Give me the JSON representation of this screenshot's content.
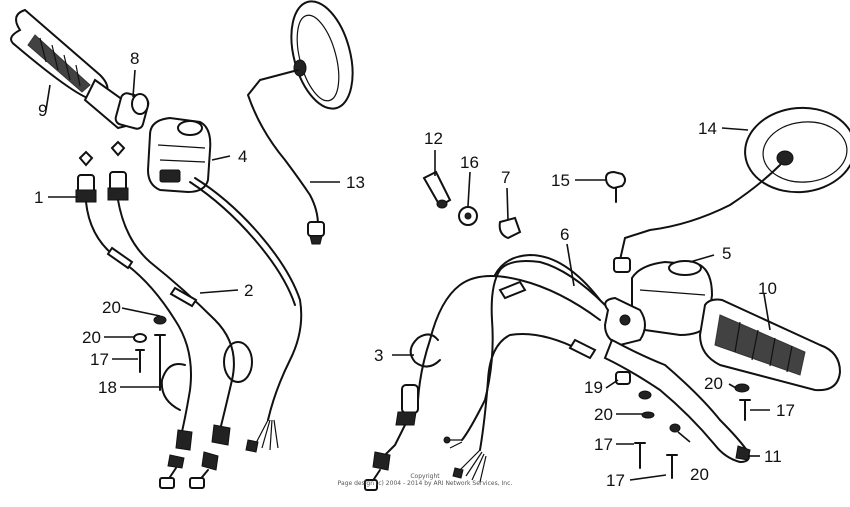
{
  "callouts": [
    {
      "id": "c1",
      "text": "1"
    },
    {
      "id": "c2",
      "text": "2"
    },
    {
      "id": "c3",
      "text": "3"
    },
    {
      "id": "c4",
      "text": "4"
    },
    {
      "id": "c5",
      "text": "5"
    },
    {
      "id": "c6",
      "text": "6"
    },
    {
      "id": "c7",
      "text": "7"
    },
    {
      "id": "c8",
      "text": "8"
    },
    {
      "id": "c9",
      "text": "9"
    },
    {
      "id": "c10",
      "text": "10"
    },
    {
      "id": "c11",
      "text": "11"
    },
    {
      "id": "c12",
      "text": "12"
    },
    {
      "id": "c13",
      "text": "13"
    },
    {
      "id": "c14",
      "text": "14"
    },
    {
      "id": "c15",
      "text": "15"
    },
    {
      "id": "c16",
      "text": "16"
    },
    {
      "id": "c17a",
      "text": "17"
    },
    {
      "id": "c17b",
      "text": "17"
    },
    {
      "id": "c17c",
      "text": "17"
    },
    {
      "id": "c17d",
      "text": "17"
    },
    {
      "id": "c18",
      "text": "18"
    },
    {
      "id": "c19",
      "text": "19"
    },
    {
      "id": "c20a",
      "text": "20"
    },
    {
      "id": "c20b",
      "text": "20"
    },
    {
      "id": "c20c",
      "text": "20"
    },
    {
      "id": "c20d",
      "text": "20"
    },
    {
      "id": "c20e",
      "text": "20"
    }
  ],
  "copyright": {
    "line1": "Copyright",
    "line2": "Page design (c) 2004 - 2014 by ARI Network Services, Inc."
  }
}
